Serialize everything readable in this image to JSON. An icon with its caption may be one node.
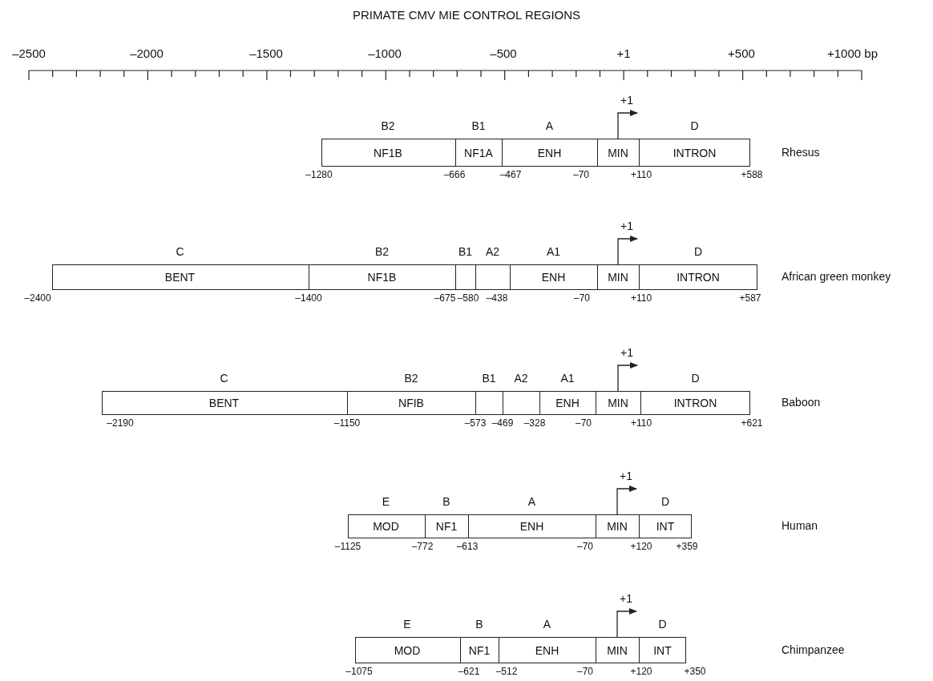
{
  "diagram": {
    "title": "PRIMATE CMV MIE CONTROL REGIONS",
    "nodes": [
      {
        "text": [],
        "shape": "bar"
      },
      {
        "text": [
          "B2",
          "NF1B"
        ],
        "in": 0
      },
      {
        "text": [
          "B1",
          "NF1A"
        ],
        "in": 0
      },
      {
        "text": [
          "A",
          "ENH"
        ],
        "in": 0
      },
      {
        "text": [
          "MIN"
        ],
        "in": 0
      },
      {
        "text": [
          "D",
          "INTRON"
        ],
        "in": 0
      },
      {
        "text": [],
        "shape": "bar"
      },
      {
        "text": [
          "C",
          "BENT"
        ],
        "in": 6
      },
      {
        "text": [
          "B2",
          "NF1B"
        ],
        "in": 6
      },
      {
        "text": [
          "B1"
        ],
        "in": 6
      },
      {
        "text": [
          "A2"
        ],
        "in": 6
      },
      {
        "text": [
          "A1",
          "ENH"
        ],
        "in": 6
      },
      {
        "text": [
          "MIN"
        ],
        "in": 6
      },
      {
        "text": [
          "D",
          "INTRON"
        ],
        "in": 6
      },
      {
        "text": [],
        "shape": "bar"
      },
      {
        "text": [
          "C",
          "BENT"
        ],
        "in": 14
      },
      {
        "text": [
          "B2",
          "NFIB"
        ],
        "in": 14
      },
      {
        "text": [
          "B1"
        ],
        "in": 14
      },
      {
        "text": [
          "A2"
        ],
        "in": 14
      },
      {
        "text": [
          "A1",
          "ENH"
        ],
        "in": 14
      },
      {
        "text": [
          "MIN"
        ],
        "in": 14
      },
      {
        "text": [
          "D",
          "INTRON"
        ],
        "in": 14
      },
      {
        "text": [],
        "shape": "bar"
      },
      {
        "text": [
          "E",
          "MOD"
        ],
        "in": 22
      },
      {
        "text": [
          "B",
          "NF1"
        ],
        "in": 22
      },
      {
        "text": [
          "A",
          "ENH"
        ],
        "in": 22
      },
      {
        "text": [
          "MIN"
        ],
        "in": 22
      },
      {
        "text": [
          "D",
          "INT"
        ],
        "in": 22
      },
      {
        "text": [],
        "shape": "bar"
      },
      {
        "text": [
          "E",
          "MOD"
        ],
        "in": 28
      },
      {
        "text": [
          "B",
          "NF1"
        ],
        "in": 28
      },
      {
        "text": [
          "A",
          "ENH"
        ],
        "in": 28
      },
      {
        "text": [
          "MIN"
        ],
        "in": 28
      },
      {
        "text": [
          "D",
          "INT"
        ],
        "in": 28
      }
    ],
    "labels": [
      "–2500",
      "–2000",
      "–1500",
      "–1000",
      "–500",
      "+1",
      "+500",
      "+1000 bp",
      "+1",
      "Rhesus",
      "–1280",
      "–666",
      "–467",
      "–70",
      "+110",
      "+588",
      "+1",
      "African green monkey",
      "–2400",
      "–1400",
      "–675",
      "–580",
      "–438",
      "–70",
      "+110",
      "+587",
      "+1",
      "Baboon",
      "–2190",
      "–1150",
      "–573",
      "–469",
      "–328",
      "–70",
      "+110",
      "+621",
      "+1",
      "Human",
      "–1125",
      "–772",
      "–613",
      "–70",
      "+120",
      "+359",
      "+1",
      "Chimpanzee",
      "–1075",
      "–621",
      "–512",
      "–70",
      "+120",
      "+350"
    ]
  }
}
